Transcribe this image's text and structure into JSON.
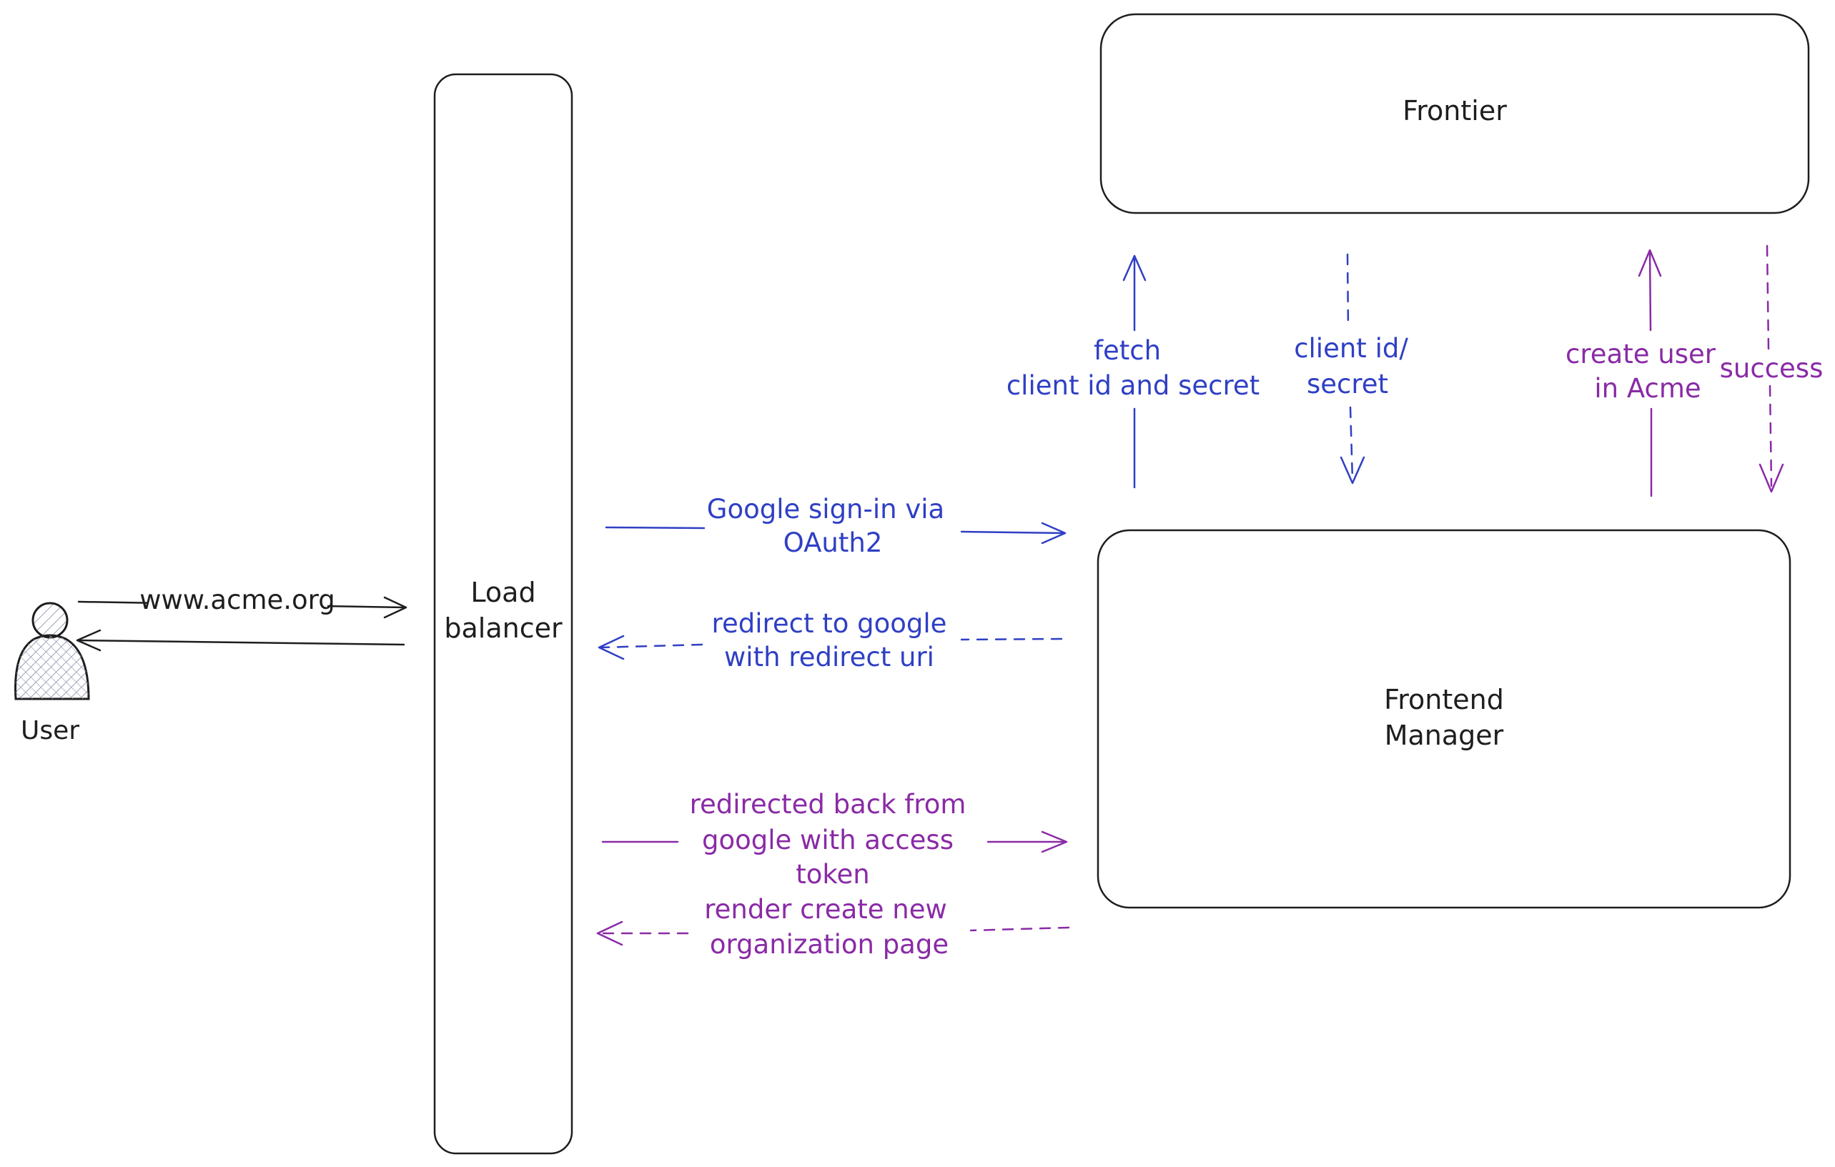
{
  "colors": {
    "blue": "#2f3fc4",
    "purple": "#8a2aa6",
    "dark": "#1e1e1e"
  },
  "nodes": {
    "user": {
      "label": "User",
      "icon": "user-icon"
    },
    "load_balancer": {
      "line1": "Load",
      "line2": "balancer"
    },
    "frontier": {
      "label": "Frontier"
    },
    "frontend_manager": {
      "line1": "Frontend",
      "line2": "Manager"
    }
  },
  "edges": {
    "user_to_lb": {
      "label": "www.acme.org"
    },
    "google_signin": {
      "line1": "Google sign-in via",
      "line2": "OAuth2"
    },
    "redirect_to_google": {
      "line1": "redirect to google",
      "line2": "with redirect uri"
    },
    "redirected_back": {
      "line1": "redirected back from",
      "line2": "google with access",
      "line3": "token"
    },
    "render_create_org": {
      "line1": "render create new",
      "line2": "organization page"
    },
    "fetch_client": {
      "line1": "fetch",
      "line2": "client id and secret"
    },
    "client_id_secret": {
      "line1": "client id/",
      "line2": "secret"
    },
    "create_user": {
      "line1": "create user",
      "line2": "in Acme"
    },
    "success": {
      "label": "success"
    }
  }
}
